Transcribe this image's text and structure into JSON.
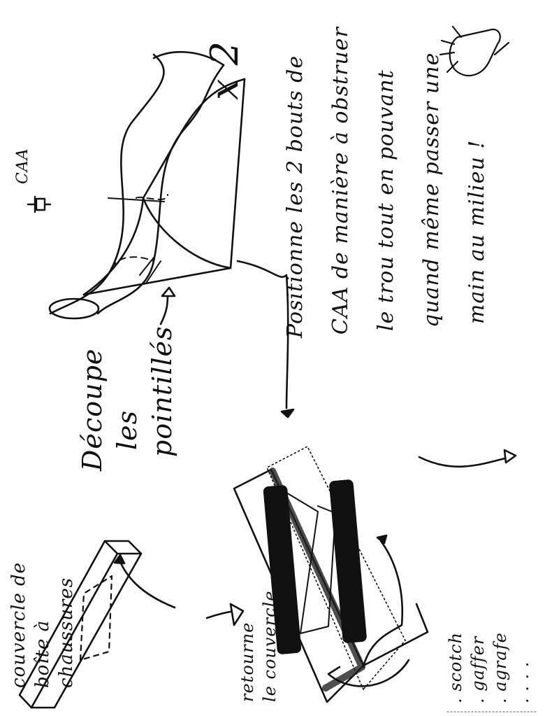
{
  "labels": {
    "lid_line1": "couvercle de",
    "lid_line2": "boîte à",
    "lid_line3": "chaussures",
    "cut_line1": "Découpe",
    "cut_line2": "les",
    "cut_line3": "pointillés",
    "multiplier": "x 2",
    "tube_tag": "CAA",
    "flip_line1": "retourne",
    "flip_line2": "le couvercle",
    "tape_line1": ". scotch",
    "tape_line2": ". gaffer",
    "tape_line3": ". agrafe",
    "tape_line4": ". . . .",
    "instr_line1": "Positionne les 2 bouts de",
    "instr_line2": "CAA de manière à obstruer",
    "instr_line3": "le trou tout en pouvant",
    "instr_line4": "quand même passer une",
    "instr_line5": "main au milieu !"
  },
  "colors": {
    "ink": "#111111",
    "paper": "#ffffff"
  },
  "icons": [
    "hand-icon"
  ]
}
